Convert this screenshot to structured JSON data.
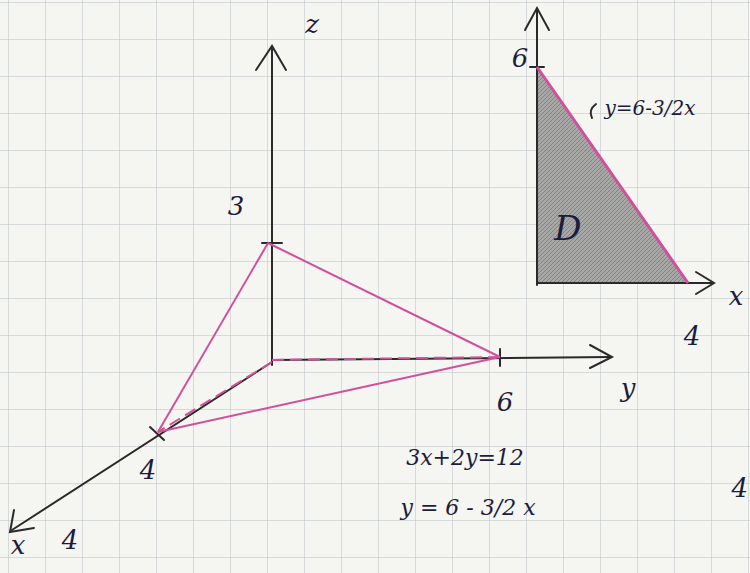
{
  "diagram": {
    "labels": [
      "z",
      "3",
      "y",
      "6",
      "4",
      "x",
      "4",
      "6",
      "y=6-3/2x",
      "D",
      "x",
      "4",
      "3x+2y=12",
      "y = 6 - 3/2 x",
      "4"
    ]
  }
}
